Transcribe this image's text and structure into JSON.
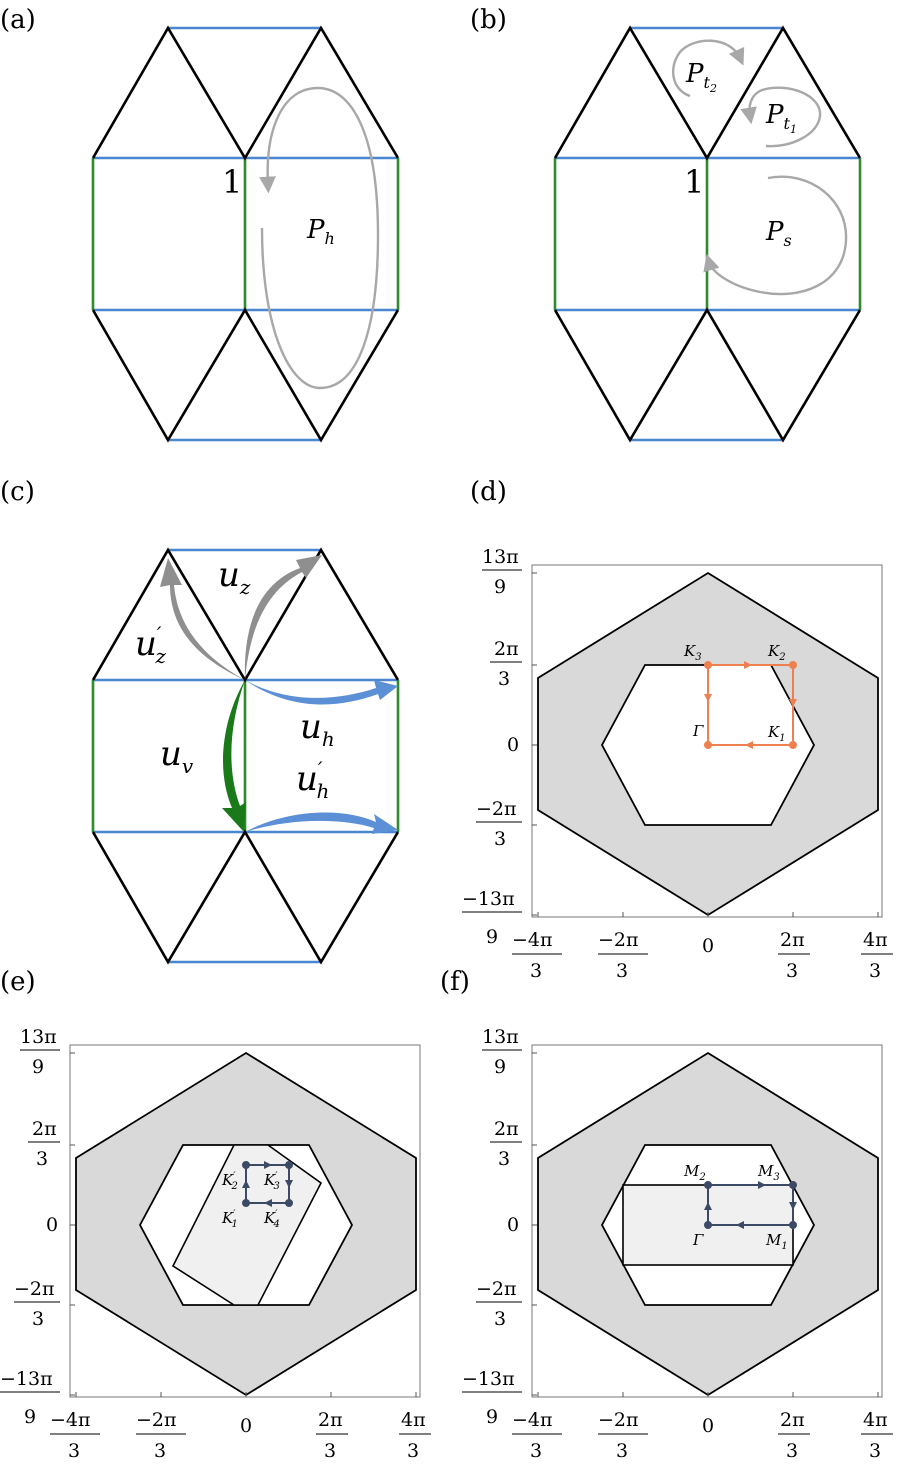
{
  "panels": {
    "a": {
      "label": "(a)",
      "site_label": "1",
      "loop": "P_h"
    },
    "b": {
      "label": "(b)",
      "site_label": "1",
      "loops": [
        "P_{t_2}",
        "P_{t_1}",
        "P_s"
      ]
    },
    "c": {
      "label": "(c)",
      "bonds": [
        "u_z",
        "u'_z",
        "u_h",
        "u'_h",
        "u_v"
      ]
    },
    "d": {
      "label": "(d)",
      "path_points": [
        "K_3",
        "K_2",
        "Γ",
        "K_1"
      ]
    },
    "e": {
      "label": "(e)",
      "path_points": [
        "K'_2",
        "K'_3",
        "K'_1",
        "K'_4"
      ]
    },
    "f": {
      "label": "(f)",
      "path_points": [
        "M_2",
        "M_3",
        "Γ",
        "M_1"
      ]
    }
  },
  "ticks": {
    "x": [
      {
        "num": "−4π",
        "den": "3"
      },
      {
        "num": "−2π",
        "den": "3"
      },
      {
        "num": "0",
        "den": ""
      },
      {
        "num": "2π",
        "den": "3"
      },
      {
        "num": "4π",
        "den": "3"
      }
    ],
    "y": [
      {
        "num": "13π",
        "den": "9"
      },
      {
        "num": "2π",
        "den": "3"
      },
      {
        "num": "0",
        "den": ""
      },
      {
        "num": "−2π",
        "den": "3"
      },
      {
        "num": "−13π",
        "den": "9"
      }
    ]
  },
  "colors": {
    "black_bond": "#000000",
    "blue_bond": "#4a86d0",
    "green_bond": "#2e8b2e",
    "gray_arrow": "#a8a8a8",
    "dark_gray_arrow": "#8f8f8f",
    "blue_arrow": "#5b8fd6",
    "green_arrow": "#1a7a1a",
    "orange_path": "#ee8050",
    "navy_path": "#3d4a66",
    "gray_fill": "#d9d9d9",
    "light_fill": "#f0f0f0"
  }
}
